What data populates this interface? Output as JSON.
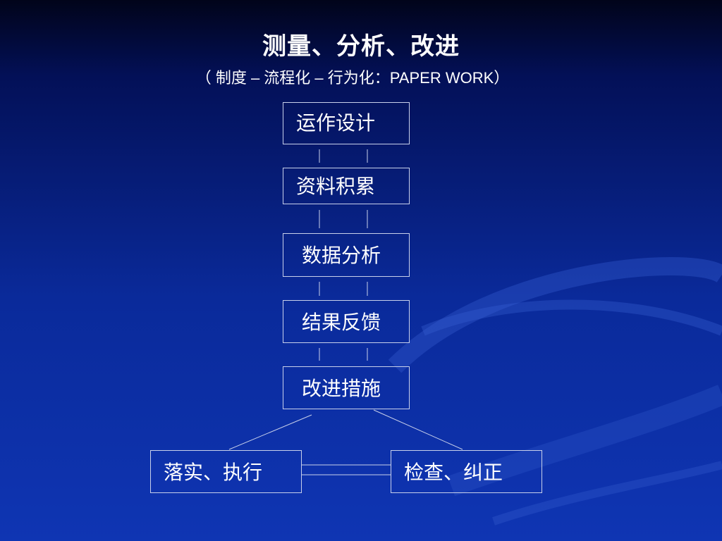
{
  "title": "测量、分析、改进",
  "subtitle": "（ 制度 – 流程化 – 行为化：PAPER WORK）",
  "steps": [
    "运作设计",
    "资料积累",
    "数据分析",
    "结果反馈",
    "改进措施"
  ],
  "branches": {
    "left": "落实、执行",
    "right": "检查、纠正"
  },
  "colors": {
    "background_top": "#01041a",
    "background_bottom": "#0f35b3",
    "text": "#ffffff",
    "box_border": "#c8d0ea"
  }
}
